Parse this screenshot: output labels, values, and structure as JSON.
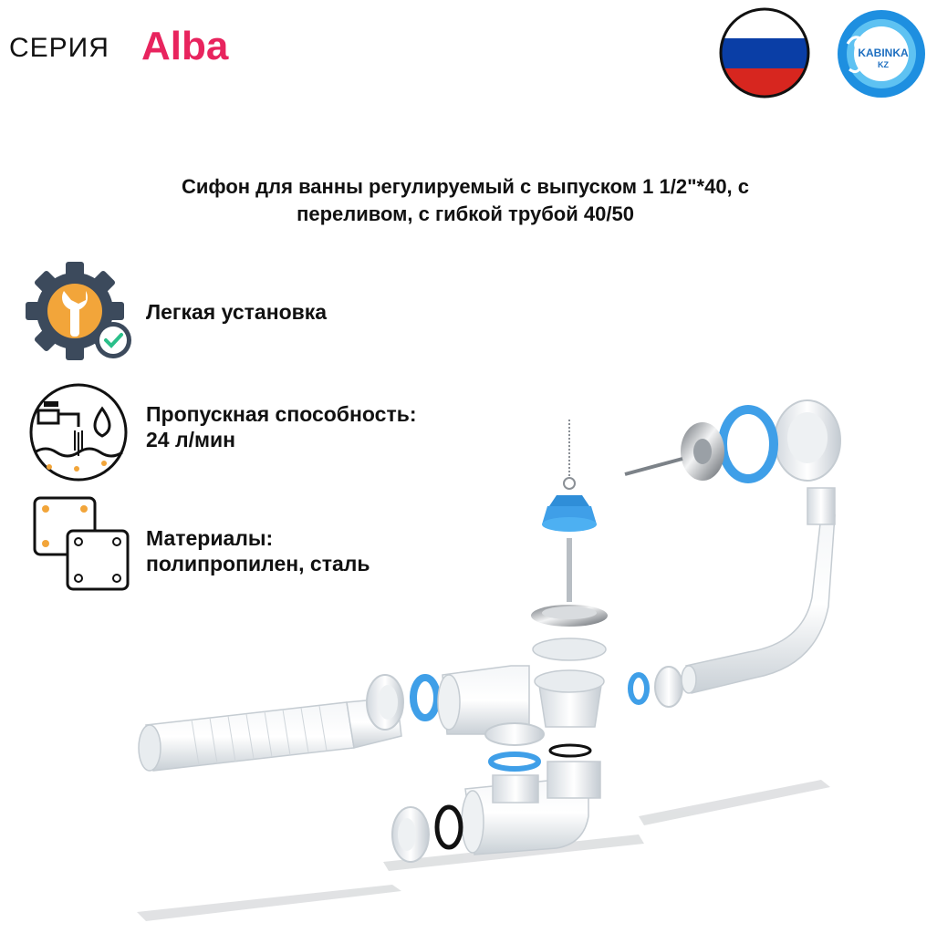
{
  "header": {
    "series_label": "СЕРИЯ",
    "series_name": "Alba",
    "accent_color": "#e8245e",
    "flag": {
      "colors": [
        "#ffffff",
        "#0a3ea6",
        "#d7261f"
      ]
    },
    "logo": {
      "line1": "KABINKA",
      "line2": "KZ",
      "color": "#1e8fe0"
    }
  },
  "product": {
    "title_line1": "Сифон для ванны регулируемый с выпуском 1 1/2\"*40, с",
    "title_line2": "переливом, с гибкой трубой 40/50"
  },
  "features": [
    {
      "icon": "gear-wrench-icon",
      "text_lines": [
        "Легкая установка"
      ]
    },
    {
      "icon": "faucet-water-icon",
      "text_lines": [
        "Пропускная способность:",
        "24 л/мин"
      ]
    },
    {
      "icon": "material-plates-icon",
      "text_lines": [
        "Материалы:",
        "полипропилен, сталь"
      ]
    }
  ],
  "colors": {
    "gasket_blue": "#3f9fe8",
    "gear_dark": "#3c4a5c",
    "gear_accent": "#f2a53a",
    "check_green": "#2bbf8a"
  }
}
